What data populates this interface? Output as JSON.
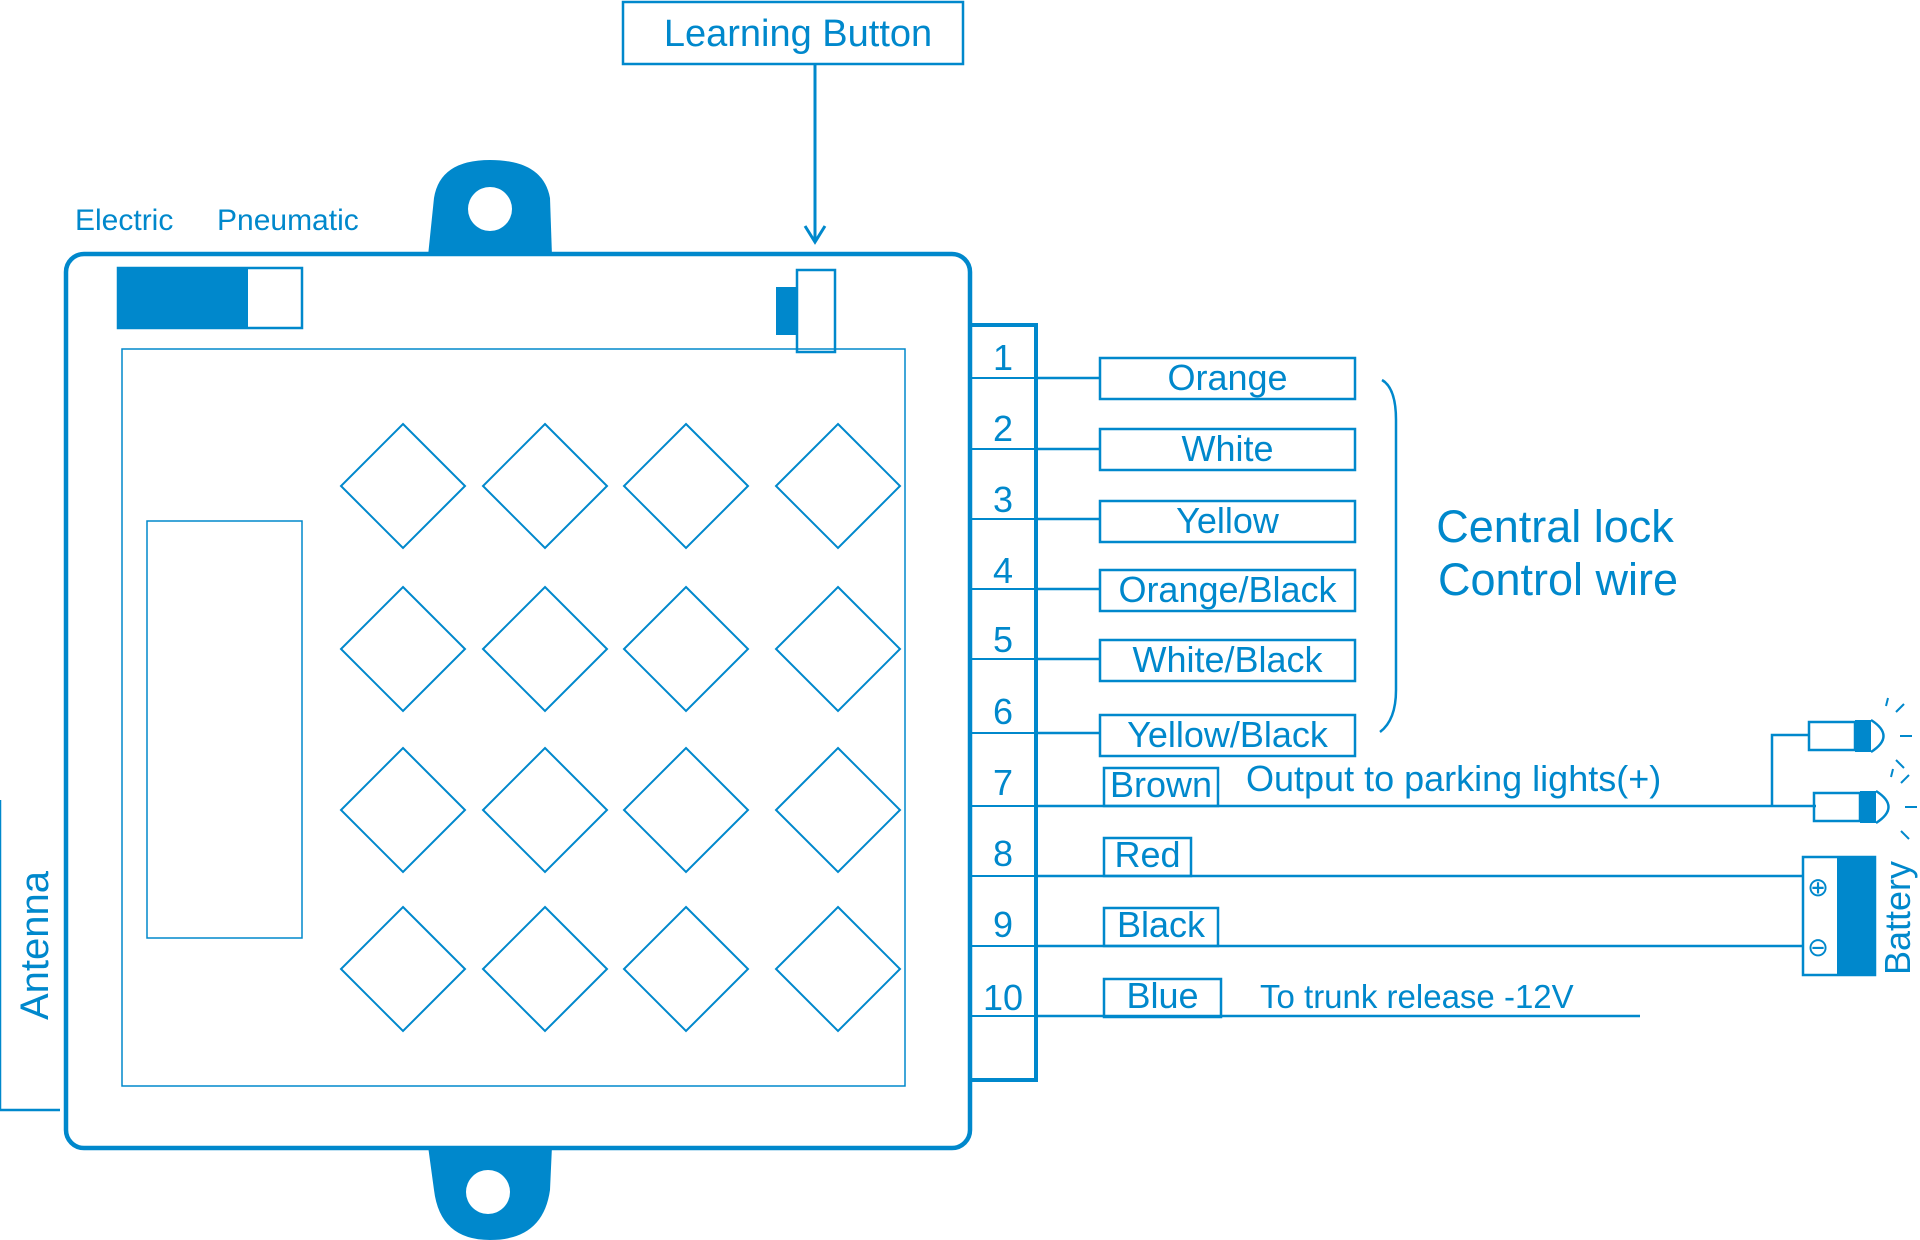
{
  "colors": {
    "primary": "#0088cc",
    "background": "#ffffff"
  },
  "labels": {
    "learning_button": "Learning Button",
    "electric": "Electric",
    "pneumatic": "Pneumatic",
    "antenna": "Antenna",
    "central_lock_line1": "Central lock",
    "central_lock_line2": "Control wire",
    "parking_lights": "Output to parking lights(+)",
    "trunk_release": "To trunk release -12V",
    "battery": "Battery",
    "battery_plus": "⊕",
    "battery_minus": "⊖"
  },
  "pins": [
    {
      "number": "1",
      "wire": "Orange"
    },
    {
      "number": "2",
      "wire": "White"
    },
    {
      "number": "3",
      "wire": "Yellow"
    },
    {
      "number": "4",
      "wire": "Orange/Black"
    },
    {
      "number": "5",
      "wire": "White/Black"
    },
    {
      "number": "6",
      "wire": "Yellow/Black"
    },
    {
      "number": "7",
      "wire": "Brown"
    },
    {
      "number": "8",
      "wire": "Red"
    },
    {
      "number": "9",
      "wire": "Black"
    },
    {
      "number": "10",
      "wire": "Blue"
    }
  ],
  "icons": {
    "lamps": "parking-lamp-icon",
    "battery": "battery-icon",
    "switch": "electric-pneumatic-switch-icon",
    "button": "learning-button-icon"
  }
}
